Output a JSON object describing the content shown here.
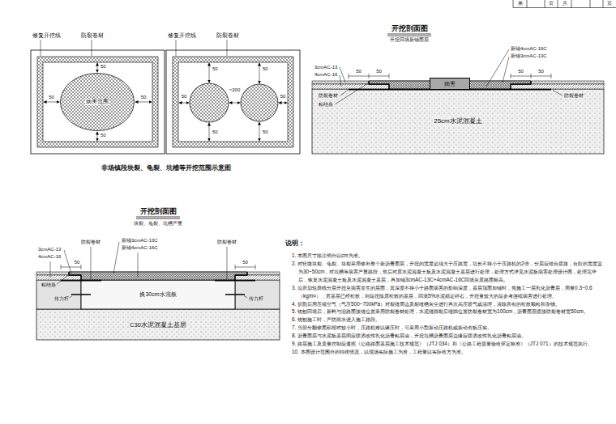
{
  "diagram": {
    "nodes": [
      {
        "text": [
          "病害范围"
        ]
      },
      {
        "text": [
          "病害"
        ]
      },
      {
        "text": [
          "25cm水泥混凝土"
        ]
      },
      {
        "text": [
          "换30cm水混板"
        ]
      },
      {
        "text": [
          "C30水泥混凝土基层"
        ]
      }
    ],
    "labels": [
      "第",
      "页",
      "共",
      "页",
      "修复开挖线",
      "防裂卷材",
      "50",
      "50",
      "50",
      "50",
      "修复开挖线",
      "防裂卷材",
      "50",
      "50",
      "50",
      "<200",
      "50",
      "50",
      "50",
      "非场镇段块裂、龟裂、坑槽等开挖范围示意图",
      "开挖剖面图",
      "开挖回填新铺面层",
      "3cmAC-13",
      "4cmAC-16",
      "新铺4cmAC-16C",
      "新铺3cmAC-13C",
      "50",
      "50",
      "50",
      "50",
      "防裂卷材",
      "防裂卷材",
      "粘结条",
      "开挖剖面图",
      "块裂、龟裂、坑槽严重",
      "3cmAC-13",
      "4cmAC-16",
      "防裂卷材",
      "新铺3cmAC-13C",
      "新铺4cmAC-16C",
      "防裂卷材",
      "50",
      "50",
      "粘结条",
      "传力杆",
      "传力杆",
      "说明：",
      "1. 本图尺寸除注明外以cm为准。",
      "2. 对轻微块裂、龟裂、块裂采用修补整个新沥青面层，开挖的宽度必须大于压路宽，坑长不得小于压路机的2倍，分层应错台搭接，台阶的宽度宜为30~50cm，对坑槽等病害严重路段，然后对原水泥混凝土板及水泥混凝土基层进行处理，处理方式详见水泥板病害处理设计图，处理完毕后，恢复水泥混凝土板及水泥混凝土基层，再加铺3cmAC-13C+4cmAC-16C回填至原路面标高。",
      "3. 沿所划轮廓线分层开挖至病害发生的层面，其深度不得小于路面病害的影响深度，基层顶面加铺时，先施工一层乳化沥青层，用量0.3~0.6（kg/m²），若基层已经松散，则应挖除原松散的基层，回填5%水泥稳定碎石，开挖量较大的应参考连续病害进行处理。",
      "4. 切割后用压缩空气（气压500~700kPa）对裂缝周边及裂缝槽灰尘进行再次高压喷气或清理，清除所有的松散颗粒和杂物。",
      "5. 铣刨回填后，新料与旧路面接缝位置采用防裂卷材处理，水泥缝隙裂后缝隙位置防裂卷材宽为100cm，沥青面层搭接防裂卷材宽50cm。",
      "6. 铣刨施工时，严防雨水进入施工路段。",
      "7. 当部分翻修面积相对较小时，压路机难以碾压时，可采用小型振动压路机或振动夯板压实。",
      "8. 沥青面层与水泥板基层间应喷洒改性乳化沥青粘层油，开挖坑槽沥青面层边缘应喷洒改性乳化沥青粘层油。",
      "9. 路层施工及质量控制应遵照《公路路面基层施工技术规范》（JTJ 034）和《公路工程质量验收评定标准》（JTJ 071）的技术规范执行。",
      "10. 本图设计范围外的特殊情况，以现场实际施工为准，工程量以实际收方为准。"
    ]
  }
}
